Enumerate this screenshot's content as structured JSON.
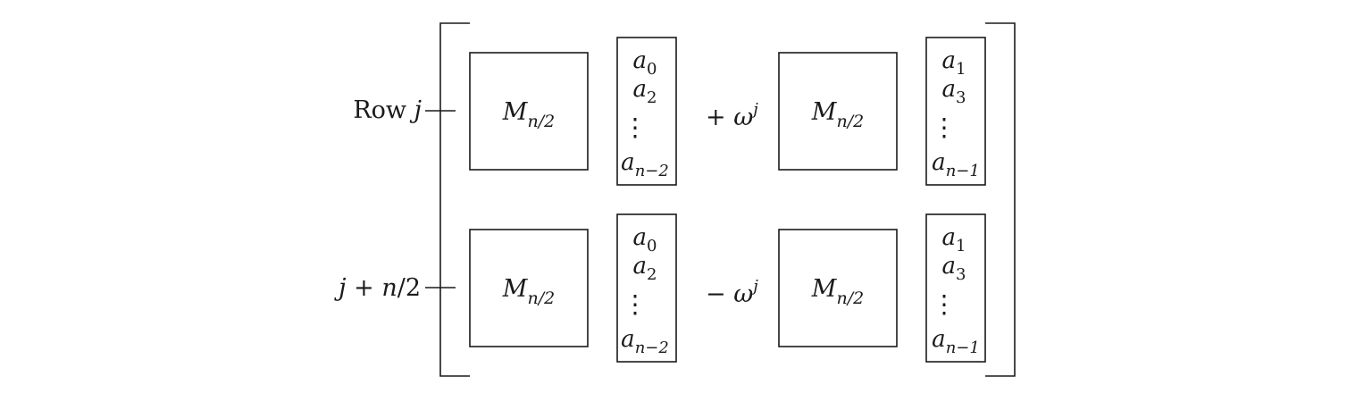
{
  "row_labels": {
    "top": {
      "prefix": "Row",
      "var": "j"
    },
    "bottom": {
      "j": "j",
      "op": "+",
      "n": "n",
      "rest": "/2"
    }
  },
  "matrix_block": {
    "base": "M",
    "sub": "n/2"
  },
  "vectors": {
    "even": [
      {
        "base": "a",
        "sub": "0"
      },
      {
        "base": "a",
        "sub": "2"
      },
      {
        "base": "a",
        "sub": "n−2"
      }
    ],
    "odd": [
      {
        "base": "a",
        "sub": "1"
      },
      {
        "base": "a",
        "sub": "3"
      },
      {
        "base": "a",
        "sub": "n−1"
      }
    ]
  },
  "vdots": "⋮",
  "operators": {
    "top": {
      "sign": "+",
      "base": "ω",
      "exp": "j"
    },
    "bottom": {
      "sign": "−",
      "base": "ω",
      "exp": "j"
    }
  }
}
